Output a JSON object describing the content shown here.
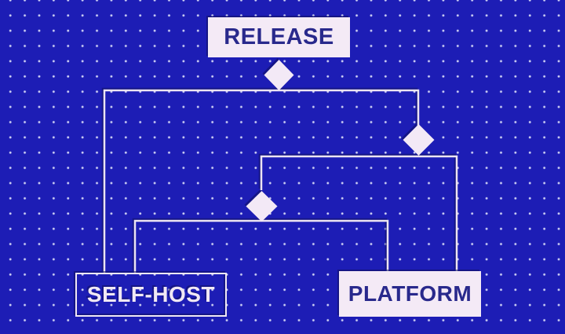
{
  "diagram": {
    "nodes": [
      {
        "id": "release",
        "label": "RELEASE",
        "style": "filled"
      },
      {
        "id": "self-host",
        "label": "SELF-HOST",
        "style": "outlined"
      },
      {
        "id": "platform",
        "label": "PLATFORM",
        "style": "filled"
      }
    ],
    "junctions": [
      {
        "id": "diamond-1",
        "from": "release",
        "branches": [
          "self-host",
          "diamond-2"
        ]
      },
      {
        "id": "diamond-2",
        "from": "diamond-1",
        "branches": [
          "diamond-3",
          "platform"
        ]
      },
      {
        "id": "diamond-3",
        "from": "diamond-2",
        "branches": [
          "self-host",
          "platform"
        ]
      }
    ]
  },
  "colors": {
    "background": "#1d1db5",
    "grid_dot": "#dfe3fb",
    "node_fill": "#f4eaf6",
    "node_text_dark": "#29298c",
    "node_text_light": "#f0e8f4",
    "connector_line": "#ece4f2",
    "shadow": "#0e0e5c"
  }
}
